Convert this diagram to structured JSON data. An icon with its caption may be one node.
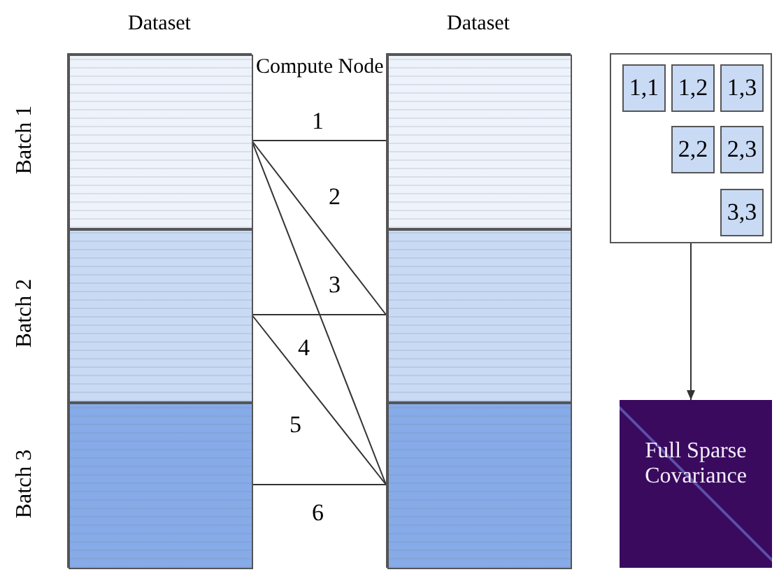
{
  "diagram": {
    "nodes": [
      {
        "text": [
          "Dataset"
        ]
      },
      {
        "text": [],
        "shape": "box",
        "in": 0,
        "beside": [
          "Batch 1"
        ]
      },
      {
        "text": [],
        "shape": "box",
        "in": 0,
        "beside": [
          "Batch 2"
        ]
      },
      {
        "text": [],
        "shape": "box",
        "in": 0,
        "beside": [
          "Batch 3"
        ]
      },
      {
        "text": [
          "Dataset"
        ]
      },
      {
        "text": [],
        "shape": "box",
        "in": 4
      },
      {
        "text": [],
        "shape": "box",
        "in": 4
      },
      {
        "text": [],
        "shape": "box",
        "in": 4
      },
      {
        "text": [],
        "shape": "box"
      },
      {
        "text": [
          "1,1"
        ],
        "in": 8
      },
      {
        "text": [
          "1,2"
        ],
        "in": 8
      },
      {
        "text": [
          "1,3"
        ],
        "in": 8
      },
      {
        "text": [
          "2,2"
        ],
        "in": 8
      },
      {
        "text": [
          "2,3"
        ],
        "in": 8
      },
      {
        "text": [
          "3,3"
        ],
        "in": 8
      },
      {
        "text": [
          "Full Sparse Covariance"
        ]
      }
    ],
    "edges": [
      {
        "from": 1,
        "to": 5,
        "arrow": "none",
        "label": "1"
      },
      {
        "from": 1,
        "to": 6,
        "arrow": "none",
        "label": "2"
      },
      {
        "from": 1,
        "to": 7,
        "arrow": "none",
        "label": "3"
      },
      {
        "from": 2,
        "to": 6,
        "arrow": "none",
        "label": "4"
      },
      {
        "from": 2,
        "to": 7,
        "arrow": "none",
        "label": "5"
      },
      {
        "from": 3,
        "to": 7,
        "arrow": "none",
        "label": "6"
      },
      {
        "from": 8,
        "to": 15,
        "arrow": "to"
      }
    ],
    "labels": [
      "Compute Node"
    ]
  }
}
